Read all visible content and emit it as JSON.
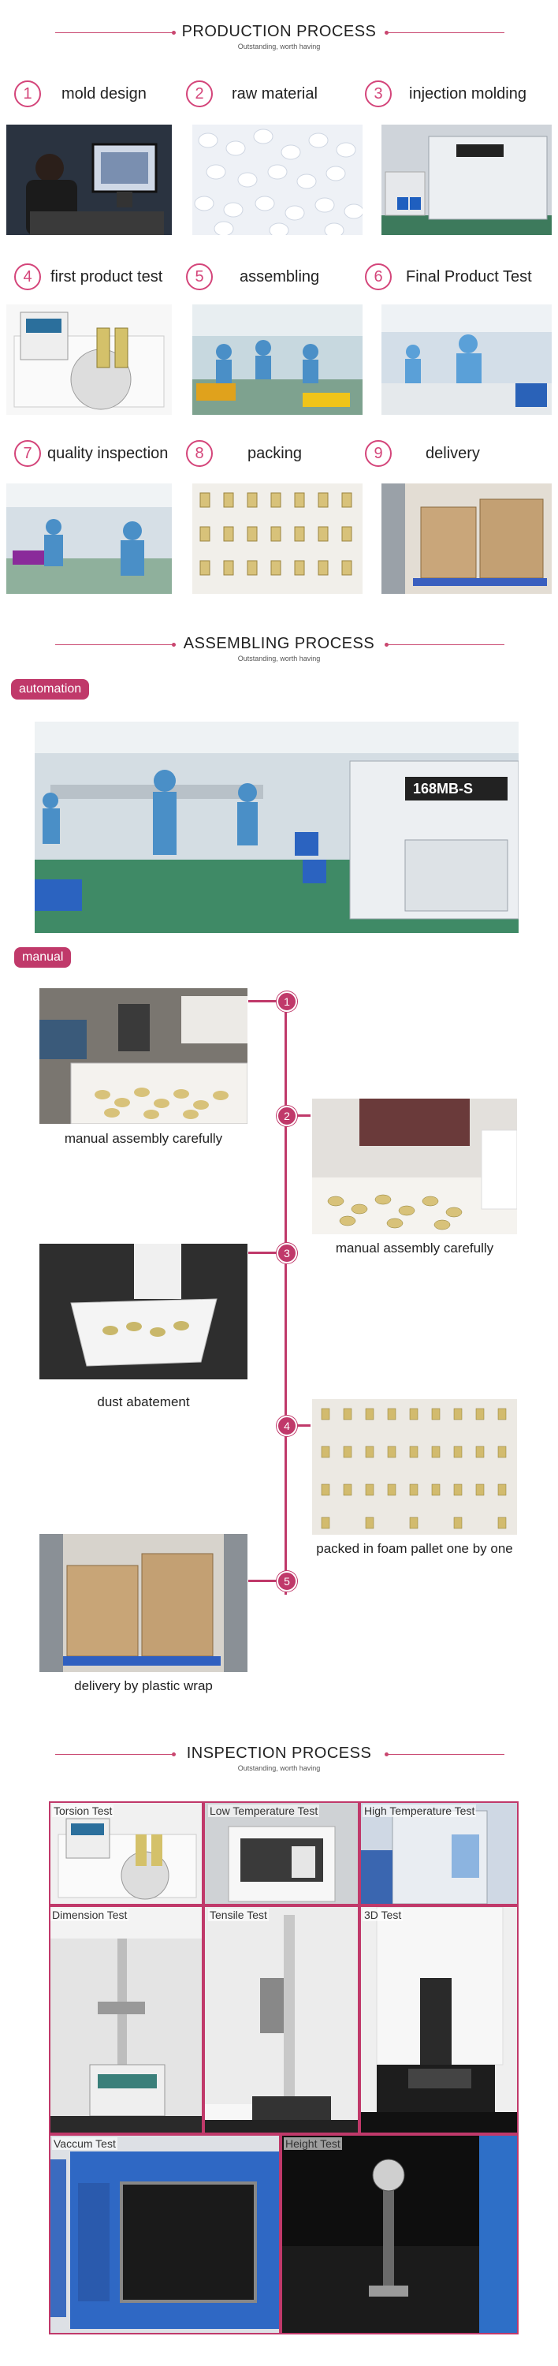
{
  "production": {
    "title": "PRODUCTION PROCESS",
    "subtitle": "Outstanding, worth having",
    "steps": [
      {
        "num": "1",
        "label": "mold design"
      },
      {
        "num": "2",
        "label": "raw material"
      },
      {
        "num": "3",
        "label": "injection molding"
      },
      {
        "num": "4",
        "label": "first product test"
      },
      {
        "num": "5",
        "label": "assembling"
      },
      {
        "num": "6",
        "label": "Final Product Test"
      },
      {
        "num": "7",
        "label": "quality inspection"
      },
      {
        "num": "8",
        "label": "packing"
      },
      {
        "num": "9",
        "label": "delivery"
      }
    ]
  },
  "assembling": {
    "title": "ASSEMBLING PROCESS",
    "subtitle": "Outstanding, worth having",
    "automation_tag": "automation",
    "manual_tag": "manual",
    "machine_label": "168MB-S",
    "timeline": [
      {
        "num": "1",
        "caption": "manual assembly carefully"
      },
      {
        "num": "2",
        "caption": "manual assembly carefully"
      },
      {
        "num": "3",
        "caption": "dust abatement"
      },
      {
        "num": "4",
        "caption": "packed in foam pallet one by one"
      },
      {
        "num": "5",
        "caption": "delivery by plastic wrap"
      }
    ]
  },
  "inspection": {
    "title": "INSPECTION PROCESS",
    "subtitle": "Outstanding, worth having",
    "tests": [
      "Torsion Test",
      "Low Temperature Test",
      "High Temperature Test",
      "Dimension Test",
      "Tensile Test",
      "3D Test",
      "Vaccum Test",
      "Height Test"
    ]
  },
  "colors": {
    "accent": "#c0396a",
    "circle": "#d4457a"
  }
}
